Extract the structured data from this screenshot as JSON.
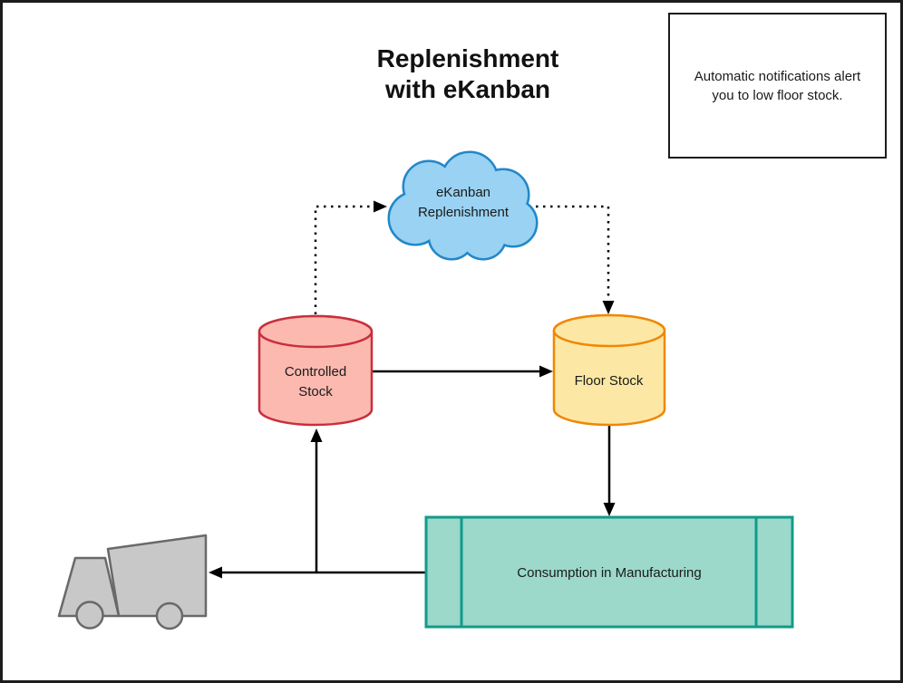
{
  "title": "Replenishment\nwith eKanban",
  "note": {
    "text": "Automatic notifications alert\nyou to low floor stock."
  },
  "nodes": {
    "cloud": {
      "label": "eKanban\nReplenishment",
      "fill": "#99D2F2",
      "stroke": "#2287C9"
    },
    "controlled_stock": {
      "label": "Controlled\nStock",
      "fill": "#FBB9B0",
      "stroke": "#C92F3D"
    },
    "floor_stock": {
      "label": "Floor Stock",
      "fill": "#FCE8A4",
      "stroke": "#F08705"
    },
    "consumption": {
      "label": "Consumption in Manufacturing",
      "fill": "#9CD9CA",
      "stroke": "#119B8A"
    },
    "truck": {
      "label": "delivery-truck",
      "fill": "#C8C8C8",
      "stroke": "#696969"
    }
  },
  "edges": {
    "controlled_to_cloud": {
      "style": "dotted"
    },
    "cloud_to_floor": {
      "style": "dotted"
    },
    "controlled_to_floor": {
      "style": "solid"
    },
    "floor_to_consumption": {
      "style": "solid"
    },
    "consumption_to_truck": {
      "style": "solid"
    },
    "junction_to_controlled": {
      "style": "solid"
    }
  },
  "colors": {
    "line": "#000000",
    "border": "#1c1c1c",
    "text": "#1a1a1a"
  }
}
